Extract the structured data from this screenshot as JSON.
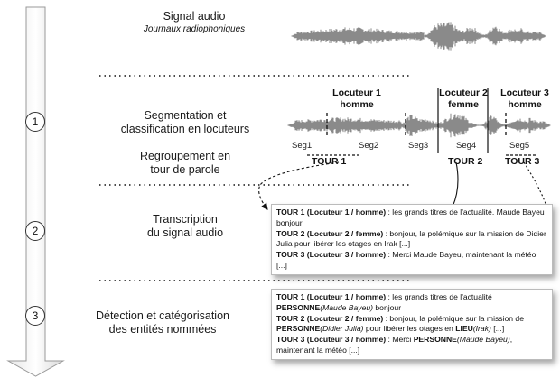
{
  "steps": [
    {
      "number": "1"
    },
    {
      "number": "2"
    },
    {
      "number": "3"
    }
  ],
  "labels": {
    "signal_title": "Signal audio",
    "signal_subtitle": "Journaux radiophoniques",
    "segmentation": [
      "Segmentation et",
      "classification en locuteurs"
    ],
    "regroupement": [
      "Regroupement en",
      "tour de parole"
    ],
    "transcription": [
      "Transcription",
      "du signal audio"
    ],
    "detection": [
      "Détection et catégorisation",
      "des entités nommées"
    ]
  },
  "speakers": [
    {
      "name": "Locuteur 1",
      "gender": "homme"
    },
    {
      "name": "Locuteur 2",
      "gender": "femme"
    },
    {
      "name": "Locuteur 3",
      "gender": "homme"
    }
  ],
  "segments": [
    "Seg1",
    "Seg2",
    "Seg3",
    "Seg4",
    "Seg5"
  ],
  "tours": [
    "TOUR 1",
    "TOUR 2",
    "TOUR 3"
  ],
  "transcription_box": {
    "lines": [
      {
        "tag": "TOUR 1 (Locuteur 1 / homme)",
        "text": " : les grands titres de l'actualité. Maude Bayeu bonjour"
      },
      {
        "tag": "TOUR 2 (Locuteur 2 / femme)",
        "text": " : bonjour, la polémique sur la mission de Didier Julia pour libérer les otages en Irak [...]"
      },
      {
        "tag": "TOUR 3 (Locuteur 3 / homme)",
        "text": " : Merci Maude Bayeu, maintenant la météo [...]"
      }
    ]
  },
  "entities_box": {
    "l1_tag": "TOUR 1 (Locuteur 1 / homme)",
    "l1_text": " : les grands titres de l'actualité",
    "l1_ent1": "PERSONNE",
    "l1_ent1_val": "(Maude Bayeu)",
    "l1_rest": " bonjour",
    "l2_tag": "TOUR 2 (Locuteur 2 / femme)",
    "l2_text": " : bonjour, la polémique sur la mission de ",
    "l2_ent1": "PERSONNE",
    "l2_ent1_val": "(Didier Julia)",
    "l2_mid": " pour libérer les otages en ",
    "l2_ent2": "LIEU",
    "l2_ent2_val": "(Irak)",
    "l2_rest": " [...]",
    "l3_tag": "TOUR 3 (Locuteur 3 / homme)",
    "l3_text": " : Merci ",
    "l3_ent1": "PERSONNE",
    "l3_ent1_val": "(Maude Bayeu)",
    "l3_rest": ", maintenant la météo [...]"
  },
  "colors": {
    "waveform": "#8a8a8a",
    "arrow_fill": "#ebebeb",
    "text": "#111111"
  }
}
